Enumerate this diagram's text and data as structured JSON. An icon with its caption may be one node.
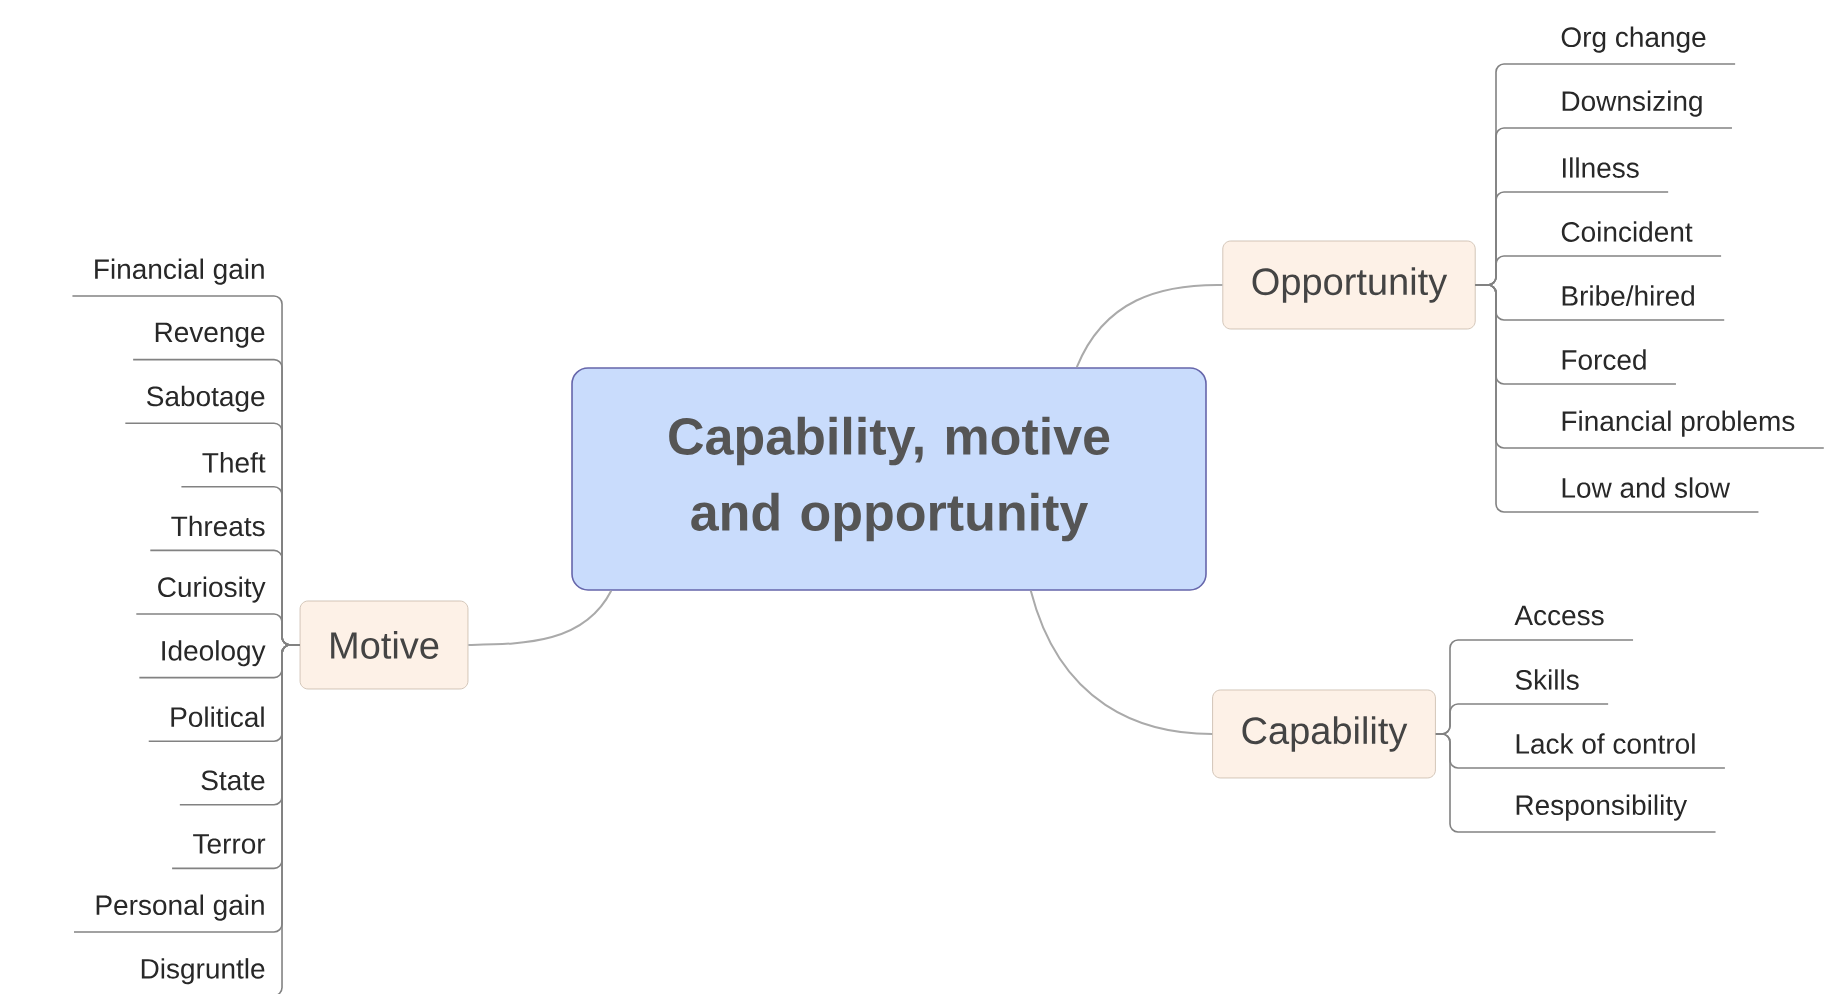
{
  "diagram": {
    "nodes": [
      {
        "text": [
          "Capability, motive and opportunity"
        ]
      },
      {
        "text": [
          "Opportunity"
        ]
      },
      {
        "text": [
          "Org change"
        ]
      },
      {
        "text": [
          "Downsizing"
        ]
      },
      {
        "text": [
          "Illness"
        ]
      },
      {
        "text": [
          "Coincident"
        ]
      },
      {
        "text": [
          "Bribe/hired"
        ]
      },
      {
        "text": [
          "Forced"
        ]
      },
      {
        "text": [
          "Financial problems"
        ]
      },
      {
        "text": [
          "Low and slow"
        ]
      },
      {
        "text": [
          "Capability"
        ]
      },
      {
        "text": [
          "Access"
        ]
      },
      {
        "text": [
          "Skills"
        ]
      },
      {
        "text": [
          "Lack of control"
        ]
      },
      {
        "text": [
          "Responsibility"
        ]
      },
      {
        "text": [
          "Motive"
        ]
      },
      {
        "text": [
          "Financial gain"
        ]
      },
      {
        "text": [
          "Revenge"
        ]
      },
      {
        "text": [
          "Sabotage"
        ]
      },
      {
        "text": [
          "Theft"
        ]
      },
      {
        "text": [
          "Threats"
        ]
      },
      {
        "text": [
          "Curiosity"
        ]
      },
      {
        "text": [
          "Ideology"
        ]
      },
      {
        "text": [
          "Political"
        ]
      },
      {
        "text": [
          "State"
        ]
      },
      {
        "text": [
          "Terror"
        ]
      },
      {
        "text": [
          "Personal gain"
        ]
      },
      {
        "text": [
          "Disgruntle"
        ]
      }
    ],
    "edges": [
      {
        "from": 0,
        "to": 1,
        "arrow": "none"
      },
      {
        "from": 1,
        "to": 2,
        "arrow": "none"
      },
      {
        "from": 1,
        "to": 3,
        "arrow": "none"
      },
      {
        "from": 1,
        "to": 4,
        "arrow": "none"
      },
      {
        "from": 1,
        "to": 5,
        "arrow": "none"
      },
      {
        "from": 1,
        "to": 6,
        "arrow": "none"
      },
      {
        "from": 1,
        "to": 7,
        "arrow": "none"
      },
      {
        "from": 1,
        "to": 8,
        "arrow": "none"
      },
      {
        "from": 1,
        "to": 9,
        "arrow": "none"
      },
      {
        "from": 0,
        "to": 10,
        "arrow": "none"
      },
      {
        "from": 10,
        "to": 11,
        "arrow": "none"
      },
      {
        "from": 10,
        "to": 12,
        "arrow": "none"
      },
      {
        "from": 10,
        "to": 13,
        "arrow": "none"
      },
      {
        "from": 10,
        "to": 14,
        "arrow": "none"
      },
      {
        "from": 0,
        "to": 15,
        "arrow": "none"
      },
      {
        "from": 15,
        "to": 16,
        "arrow": "none"
      },
      {
        "from": 15,
        "to": 17,
        "arrow": "none"
      },
      {
        "from": 15,
        "to": 18,
        "arrow": "none"
      },
      {
        "from": 15,
        "to": 19,
        "arrow": "none"
      },
      {
        "from": 15,
        "to": 20,
        "arrow": "none"
      },
      {
        "from": 15,
        "to": 21,
        "arrow": "none"
      },
      {
        "from": 15,
        "to": 22,
        "arrow": "none"
      },
      {
        "from": 15,
        "to": 23,
        "arrow": "none"
      },
      {
        "from": 15,
        "to": 24,
        "arrow": "none"
      },
      {
        "from": 15,
        "to": 25,
        "arrow": "none"
      },
      {
        "from": 15,
        "to": 26,
        "arrow": "none"
      },
      {
        "from": 15,
        "to": 27,
        "arrow": "none"
      }
    ]
  }
}
